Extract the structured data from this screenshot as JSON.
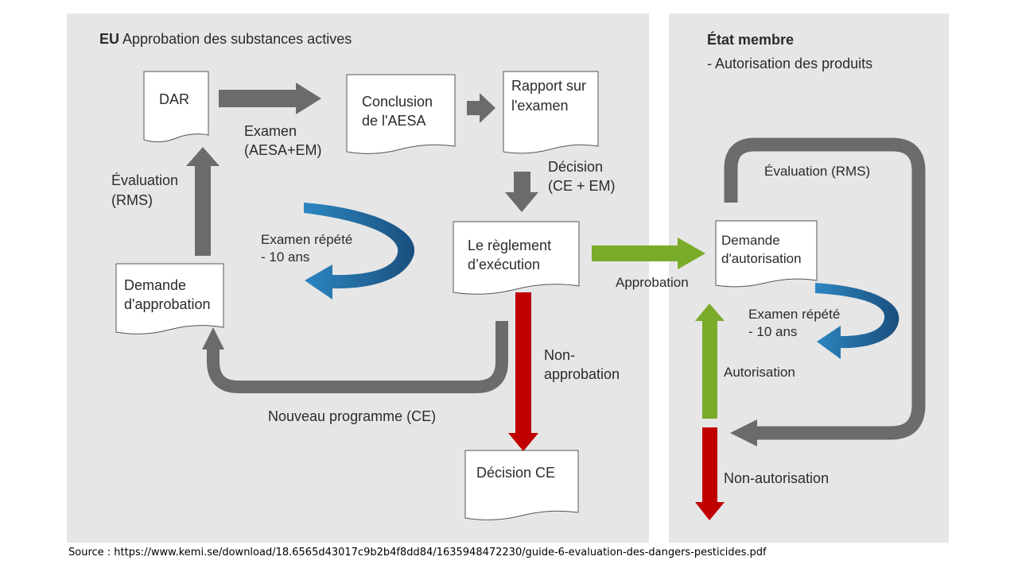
{
  "eu_panel": {
    "heading_bold": "EU",
    "heading_rest": "Approbation des substances actives"
  },
  "member_panel": {
    "heading": "État membre",
    "subheading": "- Autorisation des produits"
  },
  "documents": {
    "dar": "DAR",
    "conclusion_line1": "Conclusion",
    "conclusion_line2": "de l'AESA",
    "rapport_line1": "Rapport sur",
    "rapport_line2": "l'examen",
    "reglement_line1": "Le règlement",
    "reglement_line2": "d’exécution",
    "demande_approbation_line1": "Demande",
    "demande_approbation_line2": "d'approbation",
    "decision_ce": "Décision CE",
    "demande_autorisation_line1": "Demande",
    "demande_autorisation_line2": "d'autorisation"
  },
  "labels": {
    "examen_line1": "Examen",
    "examen_line2": "(AESA+EM)",
    "decision_line1": "Décision",
    "decision_line2": "(CE + EM)",
    "evaluation_line1": "Évaluation",
    "evaluation_line2": "(RMS)",
    "examen_repete_line1": "Examen répété",
    "examen_repete_line2": "- 10 ans",
    "non_approbation_line1": "Non-",
    "non_approbation_line2": "approbation",
    "nouveau_programme": "Nouveau programme (CE)",
    "approbation": "Approbation",
    "evaluation_rms": "Évaluation (RMS)",
    "ms_examen_repete_line1": "Examen répété",
    "ms_examen_repete_line2": "- 10 ans",
    "autorisation": "Autorisation",
    "non_autorisation": "Non-autorisation"
  },
  "colors": {
    "panel": "#e6e6e6",
    "gray_arrow": "#6b6b6b",
    "green_arrow": "#7aab2a",
    "red_arrow": "#c00000",
    "blue_arrow": "#1f6fa5"
  },
  "source": "Source : https://www.kemi.se/download/18.6565d43017c9b2b4f8dd84/1635948472230/guide-6-evaluation-des-dangers-pesticides.pdf"
}
